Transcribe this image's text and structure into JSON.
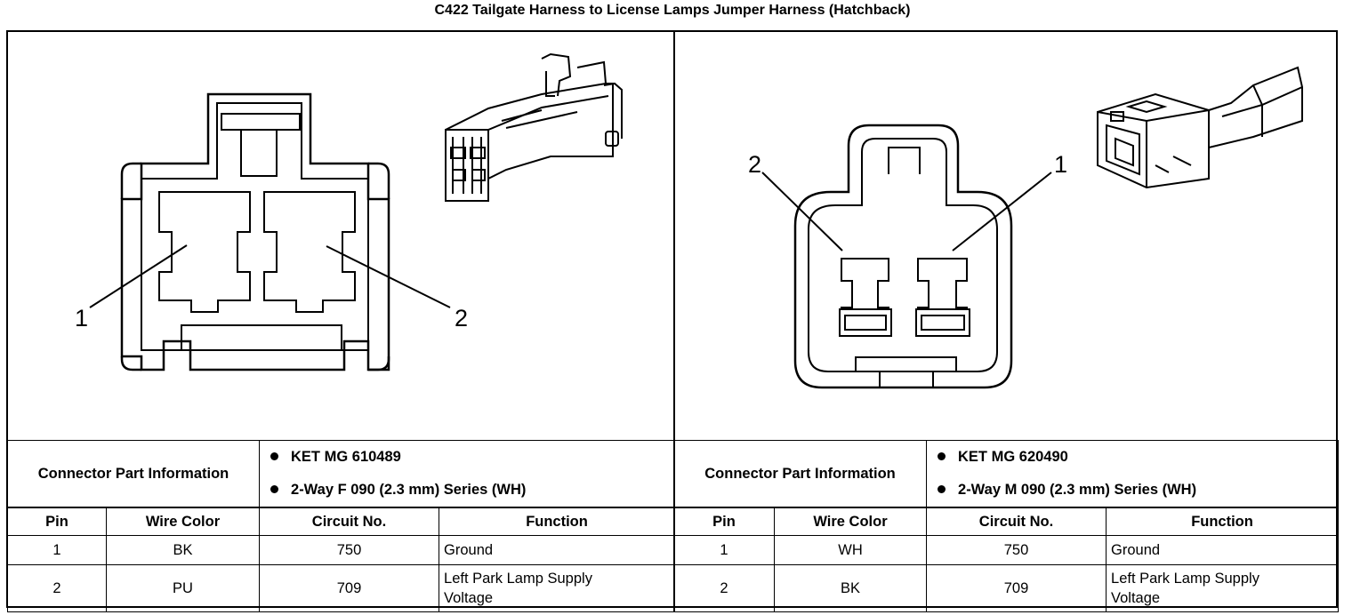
{
  "title": "C422 Tailgate Harness to License Lamps Jumper Harness (Hatchback)",
  "connectors": [
    {
      "pin_callouts": [
        "1",
        "2"
      ],
      "part_info_label": "Connector Part Information",
      "part_info": [
        "KET MG 610489",
        "2-Way F 090 (2.3 mm) Series (WH)"
      ],
      "headers": [
        "Pin",
        "Wire Color",
        "Circuit No.",
        "Function"
      ],
      "rows": [
        {
          "pin": "1",
          "wire_color": "BK",
          "circuit": "750",
          "function": "Ground"
        },
        {
          "pin": "2",
          "wire_color": "PU",
          "circuit": "709",
          "function": "Left Park Lamp Supply Voltage"
        }
      ]
    },
    {
      "pin_callouts": [
        "2",
        "1"
      ],
      "part_info_label": "Connector Part Information",
      "part_info": [
        "KET MG 620490",
        "2-Way M 090 (2.3 mm) Series (WH)"
      ],
      "headers": [
        "Pin",
        "Wire Color",
        "Circuit No.",
        "Function"
      ],
      "rows": [
        {
          "pin": "1",
          "wire_color": "WH",
          "circuit": "750",
          "function": "Ground"
        },
        {
          "pin": "2",
          "wire_color": "BK",
          "circuit": "709",
          "function": "Left Park Lamp Supply Voltage"
        }
      ]
    }
  ]
}
